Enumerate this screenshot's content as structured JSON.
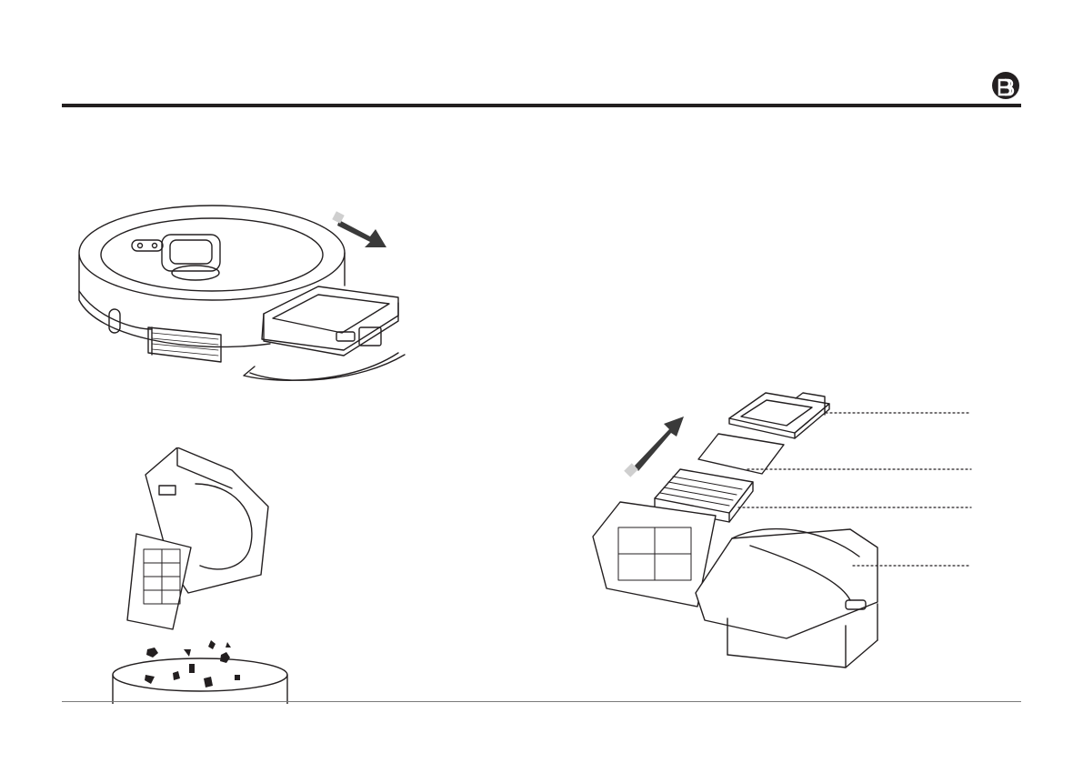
{
  "document": {
    "type": "manual-illustration-page",
    "logo_icon": "brand-logo-icon",
    "figures": [
      {
        "id": "robot-dustbin-removal",
        "icon": "robot-vacuum-icon",
        "arrow": "arrow-down-right-icon"
      },
      {
        "id": "dustbin-emptying",
        "icon": "dustbin-open-icon"
      },
      {
        "id": "dustbin-filter-exploded",
        "icon": "dustbin-filter-icon",
        "arrow": "arrow-up-right-icon",
        "callout_lines": 4
      }
    ],
    "colors": {
      "ink": "#231f20",
      "rule": "#231f20",
      "arrow": "#3a3a3a"
    }
  }
}
